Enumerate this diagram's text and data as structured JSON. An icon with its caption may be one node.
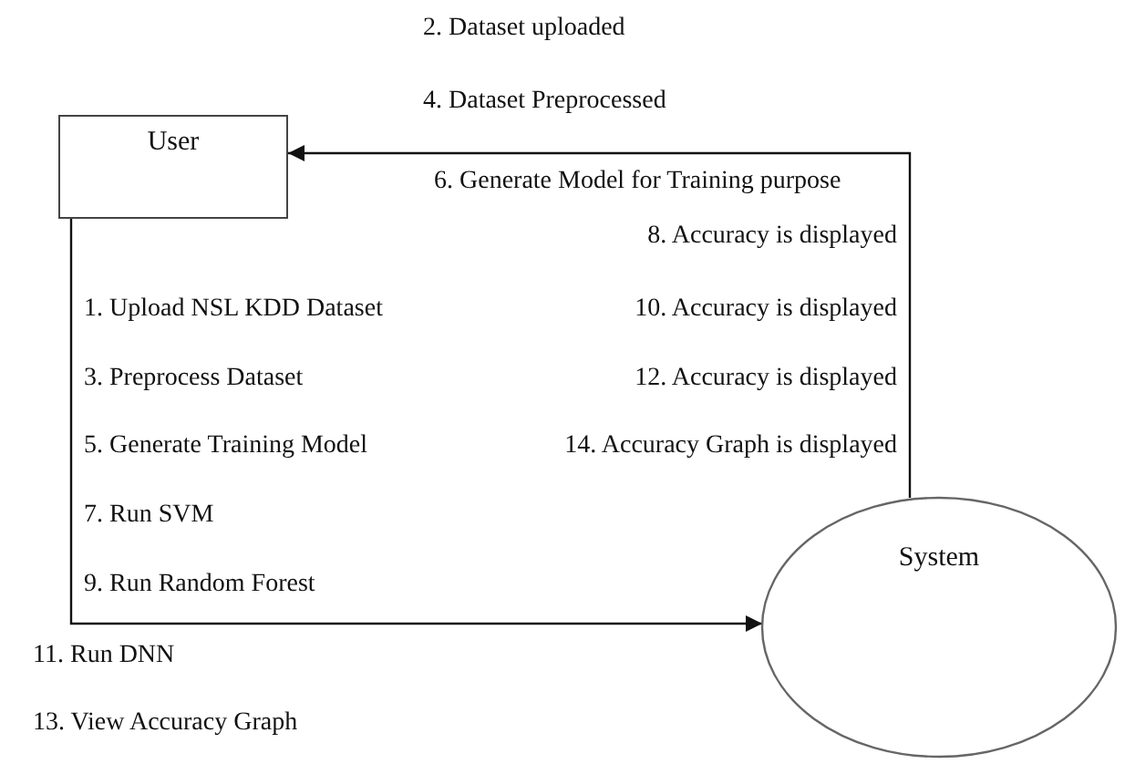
{
  "diagram": {
    "nodes": [
      {
        "text": [
          "User"
        ]
      },
      {
        "text": [
          "System"
        ]
      }
    ],
    "edges": [
      {
        "from": 0,
        "to": 1,
        "arrow": "to"
      },
      {
        "from": 1,
        "to": 0,
        "arrow": "to"
      }
    ],
    "labels": [
      "2. Dataset uploaded",
      "4. Dataset Preprocessed",
      "6. Generate Model for Training purpose",
      "8. Accuracy is displayed",
      "1. Upload NSL KDD Dataset",
      "10. Accuracy is displayed",
      "3. Preprocess Dataset",
      "12. Accuracy is displayed",
      "5. Generate Training Model",
      "14. Accuracy Graph is displayed",
      "7. Run SVM",
      "9. Run Random Forest",
      "11. Run DNN",
      "13. View Accuracy Graph"
    ]
  }
}
